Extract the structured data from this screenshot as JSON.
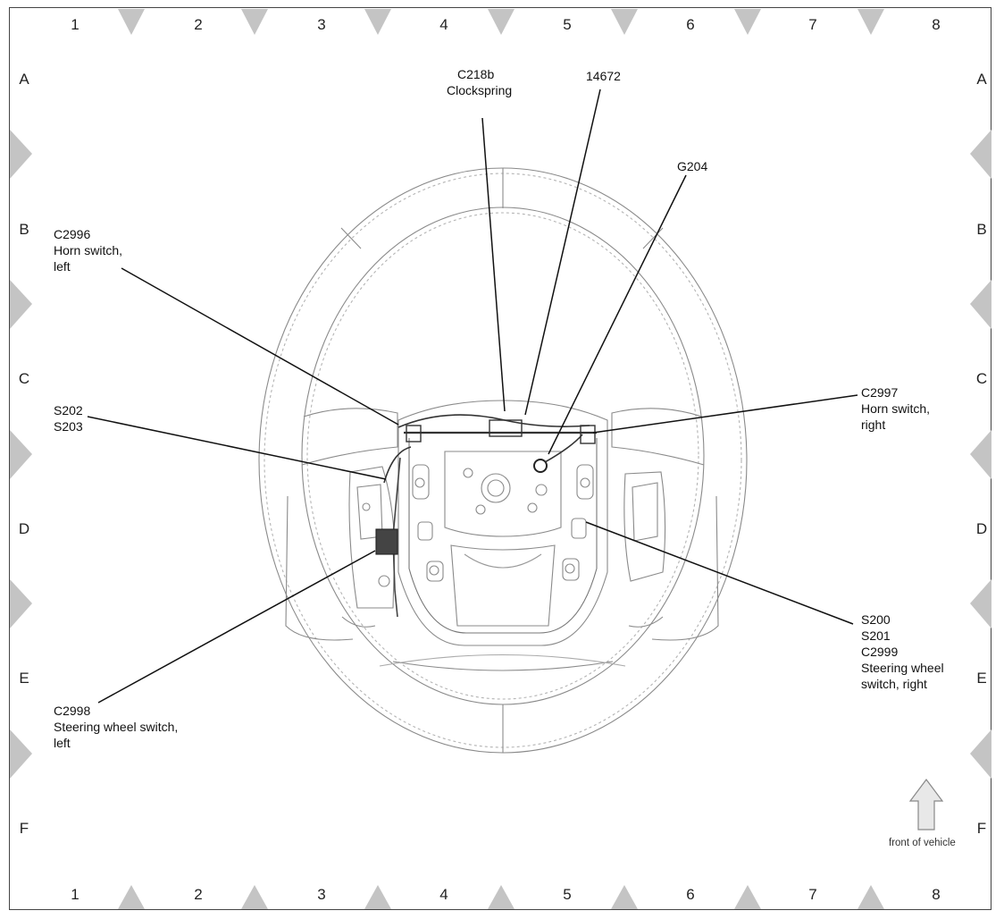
{
  "grid": {
    "columns": [
      "1",
      "2",
      "3",
      "4",
      "5",
      "6",
      "7",
      "8"
    ],
    "rows": [
      "A",
      "B",
      "C",
      "D",
      "E",
      "F"
    ]
  },
  "callouts": {
    "c218b": {
      "id": "C218b",
      "desc": "Clockspring"
    },
    "p14672": {
      "id": "14672"
    },
    "g204": {
      "id": "G204"
    },
    "c2996": {
      "id": "C2996",
      "line1": "Horn switch,",
      "line2": "left"
    },
    "s202": {
      "id1": "S202",
      "id2": "S203"
    },
    "c2997": {
      "id": "C2997",
      "line1": "Horn switch,",
      "line2": "right"
    },
    "c2998": {
      "id": "C2998",
      "line1": "Steering wheel switch,",
      "line2": "left"
    },
    "s200": {
      "id1": "S200",
      "id2": "S201",
      "id3": "C2999",
      "line1": "Steering wheel",
      "line2": "switch, right"
    }
  },
  "orientation": {
    "label": "front of vehicle",
    "icon": "up-arrow-icon"
  }
}
